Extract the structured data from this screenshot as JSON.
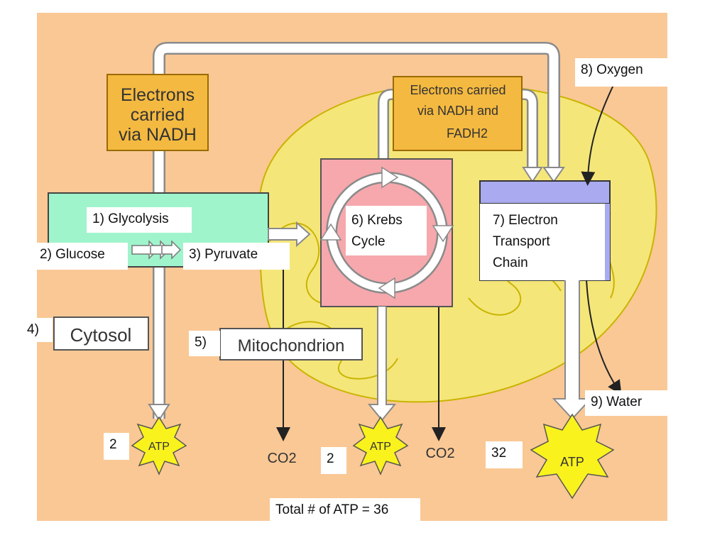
{
  "colors": {
    "background": "#f9c895",
    "mitochondrion": "#f5e67a",
    "glycolysis_box": "#9ff4cc",
    "krebs_box": "#f6a8ad",
    "etc_header": "#aaaaf0",
    "electron_box": "#f4b940",
    "atp_star": "#f9f21d",
    "arrow": "#ffffff"
  },
  "diagram": {
    "electrons_nadh": [
      "Electrons",
      "carried",
      "via NADH"
    ],
    "electrons_nadh_fadh2": [
      "Electrons carried",
      "via NADH and",
      "FADH2"
    ],
    "cytosol": "Cytosol",
    "mitochondrion": "Mitochondrion",
    "atp": "ATP",
    "co2": "CO2"
  },
  "labels": {
    "glycolysis": "1) Glycolysis",
    "glucose": "2) Glucose",
    "pyruvate": "3) Pyruvate",
    "cytosol_num": "4)",
    "mito_num": "5)",
    "krebs": "6) Krebs Cycle",
    "etc": "7) Electron Transport Chain",
    "oxygen": "8) Oxygen",
    "water": "9) Water",
    "atp_glycolysis": "2",
    "atp_krebs": "2",
    "atp_etc": "32",
    "total": "Total # of ATP = 36"
  }
}
